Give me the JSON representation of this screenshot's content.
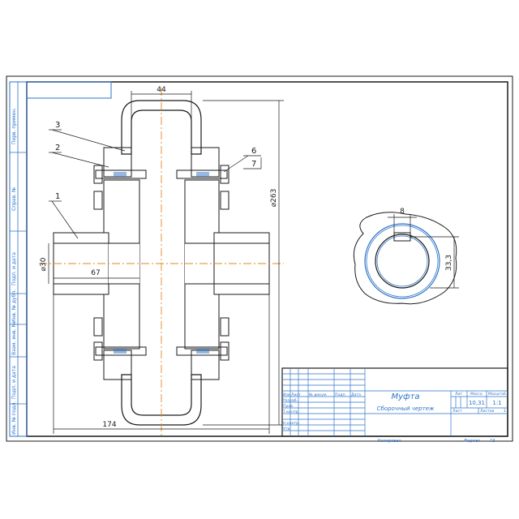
{
  "title": "Муфта",
  "subtitle": "Сборочный чертеж",
  "mass": "10,31",
  "scale": "1:1",
  "sheet_label": "Лист",
  "sheets_label": "Листов",
  "sheets_count": "1",
  "lit_header": "Лит",
  "mass_header": "Масса",
  "scale_header": "Масштаб",
  "format_label": "Формат",
  "format_value": "A3",
  "copied_label": "Копировал",
  "rev_headers": [
    "Изм",
    "Лист",
    "№ докум.",
    "Подп.",
    "Дата"
  ],
  "roles": [
    "Разраб.",
    "Пров.",
    "Т.контр.",
    "",
    "Н.контр.",
    "Утв."
  ],
  "side_labels": [
    "Перв. примен.",
    "Справ. №",
    "Подп. и дата",
    "Инв. № дубл.",
    "Взам. инв. №",
    "Подп. и дата",
    "Инв. № подл."
  ],
  "dims": {
    "d44": "44",
    "d263": "⌀263",
    "d30": "⌀30",
    "d67": "67",
    "d174": "174",
    "d8": "8",
    "d333": "33,3"
  },
  "leaders": [
    "1",
    "2",
    "3",
    "6",
    "7"
  ],
  "colors": {
    "line": "#1a1a1a",
    "accent": "#2e73c8",
    "center": "#e08a1e",
    "hatch": "#555555"
  }
}
